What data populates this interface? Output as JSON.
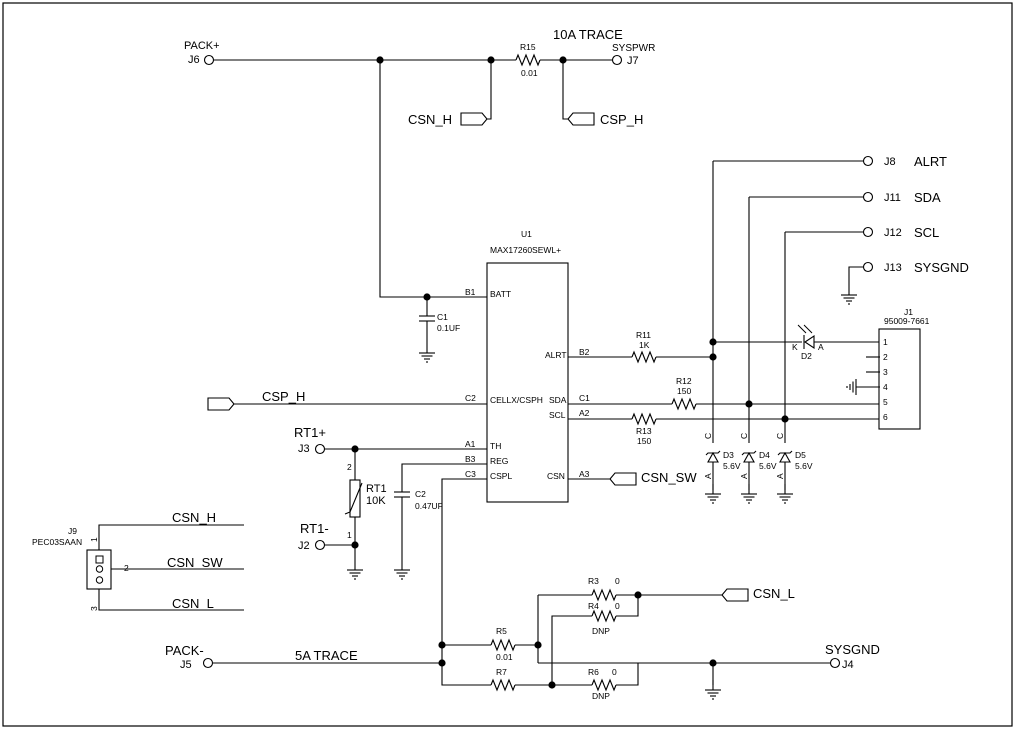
{
  "schematic": {
    "nets": {
      "trace_10a": "10A TRACE",
      "trace_5a": "5A TRACE",
      "csn_h": "CSN_H",
      "csp_h": "CSP_H",
      "csp_h_left": "CSP_H",
      "csn_sw": "CSN_SW",
      "csn_l": "CSN_L"
    },
    "connectors": {
      "pack_plus": {
        "name": "PACK+",
        "ref": "J6"
      },
      "syspwr": {
        "name": "SYSPWR",
        "ref": "J7"
      },
      "alrt": {
        "name": "ALRT",
        "ref": "J8"
      },
      "sda": {
        "name": "SDA",
        "ref": "J11"
      },
      "scl": {
        "name": "SCL",
        "ref": "J12"
      },
      "sysgnd_top": {
        "name": "SYSGND",
        "ref": "J13"
      },
      "rt1_plus": {
        "name": "RT1+",
        "ref": "J3"
      },
      "rt1_minus": {
        "name": "RT1-",
        "ref": "J2"
      },
      "pack_minus": {
        "name": "PACK-",
        "ref": "J5"
      },
      "sysgnd_bot": {
        "name": "SYSGND",
        "ref": "J4"
      }
    },
    "ic": {
      "ref": "U1",
      "part": "MAX17260SEWL+",
      "pins_left": [
        {
          "num": "B1",
          "name": "BATT"
        },
        {
          "num": "C2",
          "name": "CELLX/CSPH"
        },
        {
          "num": "A1",
          "name": "TH"
        },
        {
          "num": "B3",
          "name": "REG"
        },
        {
          "num": "C3",
          "name": "CSPL"
        }
      ],
      "pins_right": [
        {
          "num": "B2",
          "name": "ALRT"
        },
        {
          "num": "C1",
          "name": "SDA"
        },
        {
          "num": "A2",
          "name": "SCL"
        },
        {
          "num": "A3",
          "name": "CSN"
        }
      ]
    },
    "header_j1": {
      "ref": "J1",
      "part": "95009-7661",
      "pins": [
        "1",
        "2",
        "3",
        "4",
        "5",
        "6"
      ]
    },
    "header_j9": {
      "ref": "J9",
      "part": "PEC03SAAN",
      "pins": [
        "1",
        "2",
        "3"
      ]
    },
    "parts": {
      "r15": {
        "ref": "R15",
        "value": "0.01"
      },
      "c1": {
        "ref": "C1",
        "value": "0.1UF"
      },
      "c2": {
        "ref": "C2",
        "value": "0.47UF"
      },
      "r11": {
        "ref": "R11",
        "value": "1K"
      },
      "r12": {
        "ref": "R12",
        "value": "150"
      },
      "r13": {
        "ref": "R13",
        "value": "150"
      },
      "rt1": {
        "ref": "RT1",
        "value": "10K",
        "pin_top": "2",
        "pin_bot": "1"
      },
      "d2": {
        "ref": "D2",
        "k": "K",
        "a": "A"
      },
      "d3": {
        "ref": "D3",
        "value": "5.6V",
        "c": "C",
        "a": "A"
      },
      "d4": {
        "ref": "D4",
        "value": "5.6V",
        "c": "C",
        "a": "A"
      },
      "d5": {
        "ref": "D5",
        "value": "5.6V",
        "c": "C",
        "a": "A"
      },
      "r3": {
        "ref": "R3",
        "value": "0"
      },
      "r4": {
        "ref": "R4",
        "value": "0",
        "note": "DNP"
      },
      "r5": {
        "ref": "R5",
        "value": "0.01"
      },
      "r7": {
        "ref": "R7"
      },
      "r6": {
        "ref": "R6",
        "value": "0",
        "note": "DNP"
      }
    }
  }
}
